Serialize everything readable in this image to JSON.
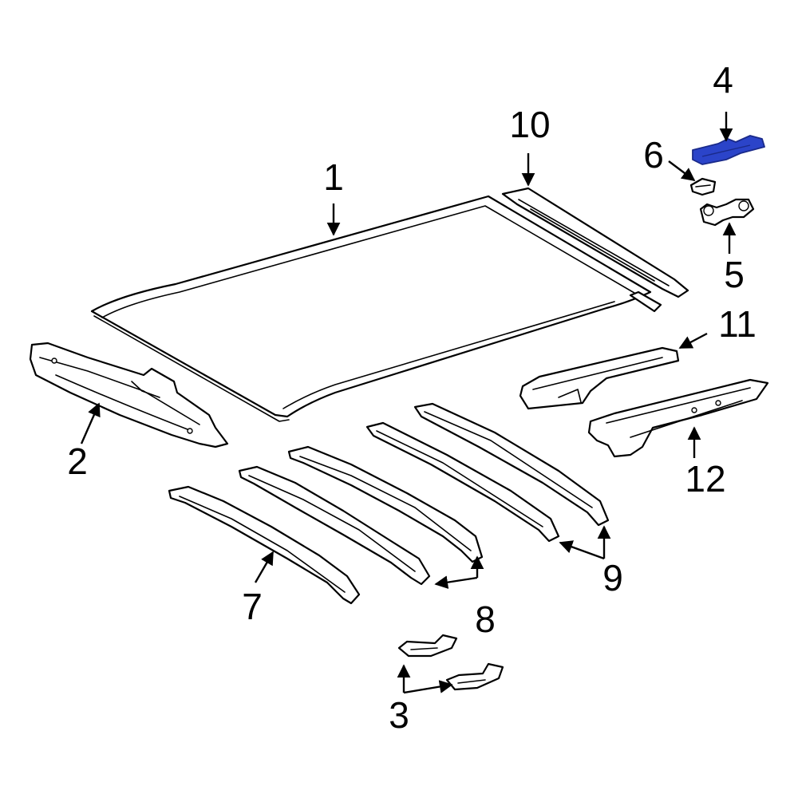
{
  "callouts": [
    {
      "id": "1",
      "label": "1"
    },
    {
      "id": "2",
      "label": "2"
    },
    {
      "id": "3",
      "label": "3"
    },
    {
      "id": "4",
      "label": "4"
    },
    {
      "id": "5",
      "label": "5"
    },
    {
      "id": "6",
      "label": "6"
    },
    {
      "id": "7",
      "label": "7"
    },
    {
      "id": "8",
      "label": "8"
    },
    {
      "id": "9",
      "label": "9"
    },
    {
      "id": "10",
      "label": "10"
    },
    {
      "id": "11",
      "label": "11"
    },
    {
      "id": "12",
      "label": "12"
    }
  ],
  "colors": {
    "highlight": "#2b44c9",
    "line": "#000000",
    "background": "#ffffff"
  }
}
